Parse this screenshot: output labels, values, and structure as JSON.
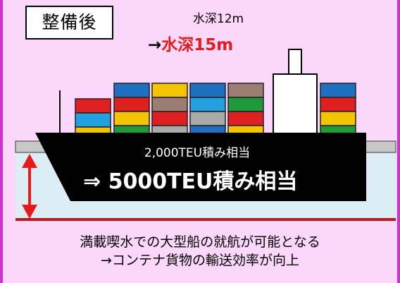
{
  "badge": "整備後",
  "depth": {
    "before": "水深12m",
    "arrow": "→",
    "after": "水深15m"
  },
  "capacity": {
    "before": "2,000TEU積み相当",
    "after": "⇒  5000TEU積み相当"
  },
  "caption": {
    "line1": "満載喫水での大型船の就航が可能となる",
    "line2": "→コンテナ貨物の輸送効率が向上"
  },
  "colors": {
    "background": "#fbd7fb",
    "border": "#cc33cc",
    "water": "#dcedf6",
    "hull": "#000000",
    "depth_arrow": "#e51a1a",
    "highlight_text": "#e51a1a"
  }
}
